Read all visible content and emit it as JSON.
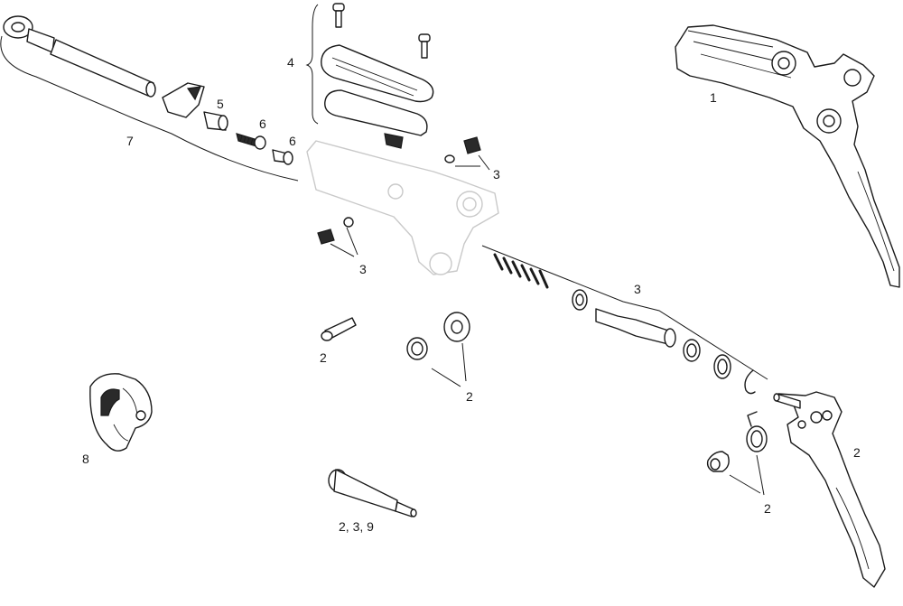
{
  "diagram": {
    "labels": {
      "l1": "1",
      "l2a": "2",
      "l2b": "2",
      "l2c": "2",
      "l2d": "2",
      "l239": "2, 3, 9",
      "l3a": "3",
      "l3b": "3",
      "l3c": "3",
      "l4": "4",
      "l5": "5",
      "l6a": "6",
      "l6b": "6",
      "l7": "7",
      "l8": "8"
    }
  }
}
